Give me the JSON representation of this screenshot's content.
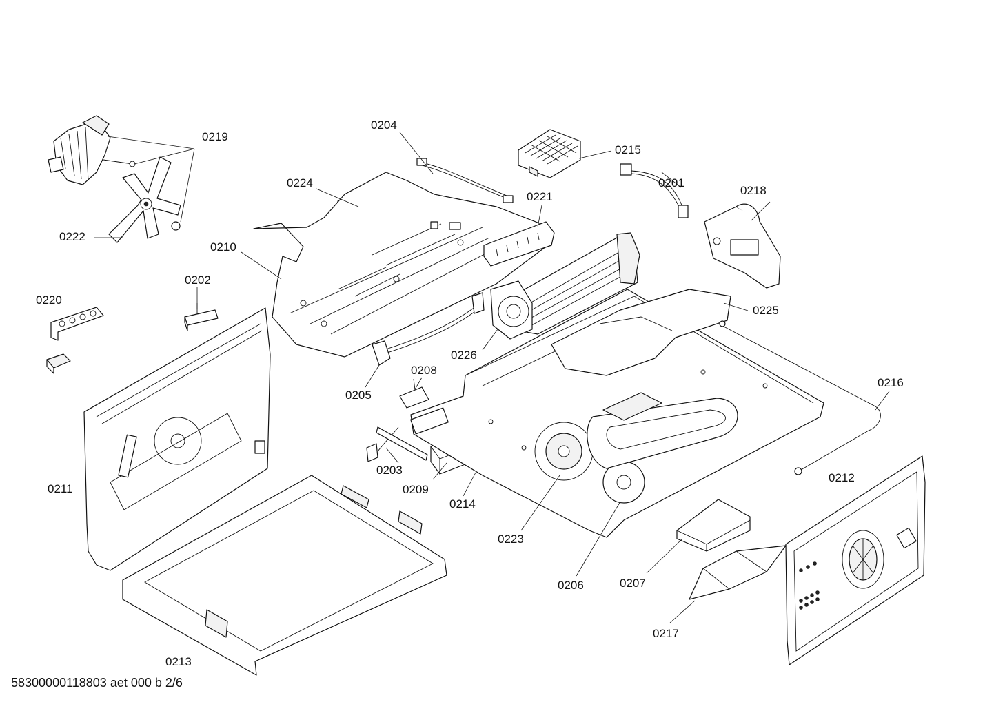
{
  "diagram": {
    "footer_code": "58300000118803 aet 000 b 2/6",
    "callouts": {
      "c0201": "0201",
      "c0202": "0202",
      "c0203": "0203",
      "c0204": "0204",
      "c0205": "0205",
      "c0206": "0206",
      "c0207": "0207",
      "c0208": "0208",
      "c0209": "0209",
      "c0210": "0210",
      "c0211": "0211",
      "c0212": "0212",
      "c0213": "0213",
      "c0214": "0214",
      "c0215": "0215",
      "c0216": "0216",
      "c0217": "0217",
      "c0218": "0218",
      "c0219": "0219",
      "c0220": "0220",
      "c0221": "0221",
      "c0222": "0222",
      "c0223": "0223",
      "c0224": "0224",
      "c0225": "0225",
      "c0226": "0226"
    }
  }
}
